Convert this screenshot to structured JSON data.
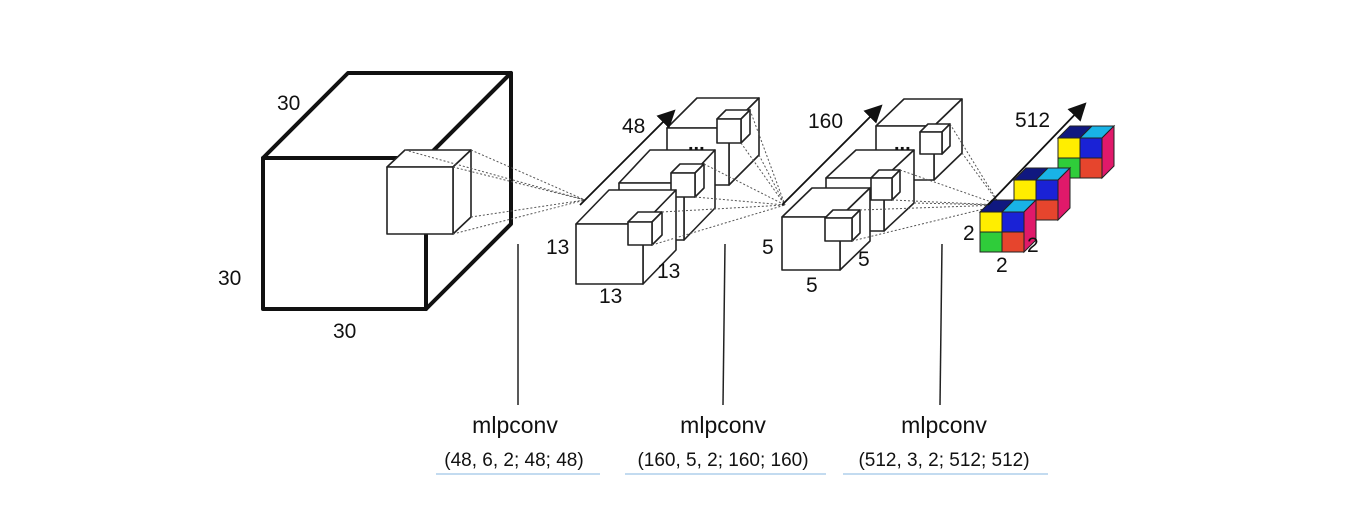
{
  "input_volume": {
    "depth": "30",
    "height": "30",
    "width": "30"
  },
  "layer1": {
    "depth": "48",
    "height": "13",
    "width": "13",
    "side": "13",
    "ellipsis": "...",
    "name": "mlpconv",
    "params": "(48, 6, 2; 48; 48)"
  },
  "layer2": {
    "depth": "160",
    "height": "5",
    "width": "5",
    "side": "5",
    "ellipsis": "...",
    "name": "mlpconv",
    "params": "(160, 5, 2; 160; 160)"
  },
  "layer3": {
    "depth": "512",
    "height": "2",
    "width": "2",
    "side": "2",
    "name": "mlpconv",
    "params": "(512, 3, 2; 512; 512)"
  },
  "colors": {
    "yellow": "#ffee00",
    "blue": "#1a22d6",
    "cyan": "#19b3e6",
    "red": "#e6452d",
    "green": "#2fcc3a",
    "magenta": "#e0196a",
    "dark-blue": "#101880"
  }
}
